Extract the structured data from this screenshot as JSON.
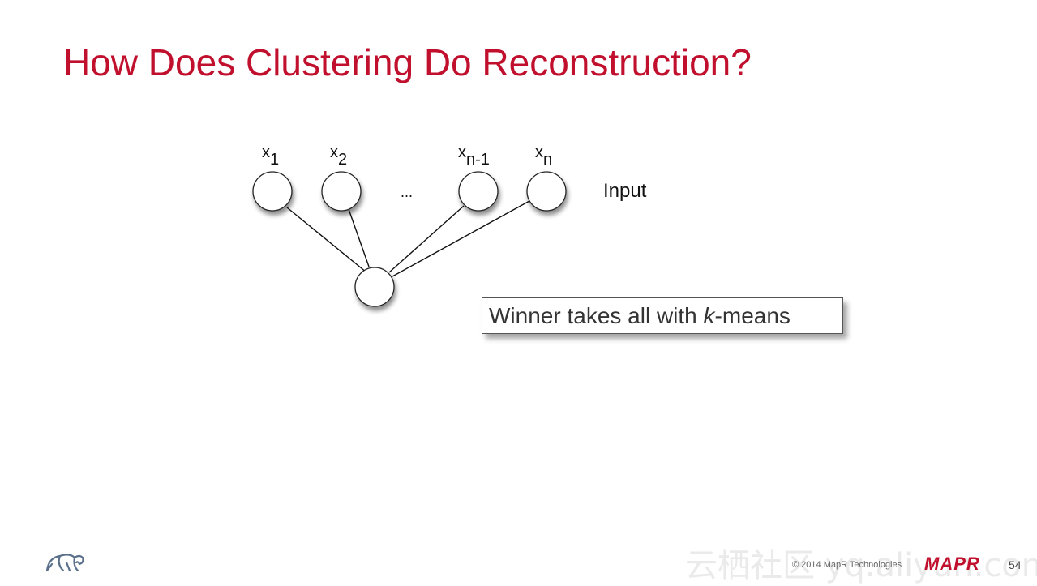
{
  "slide": {
    "title": "How Does Clustering Do Reconstruction?"
  },
  "diagram": {
    "inputs": [
      {
        "base": "x",
        "sub": "1"
      },
      {
        "base": "x",
        "sub": "2"
      },
      {
        "base": "x",
        "sub": "n-1"
      },
      {
        "base": "x",
        "sub": "n"
      }
    ],
    "ellipsis": "...",
    "input_label": "Input",
    "callout": {
      "prefix": "Winner takes all with ",
      "emphasis": "k",
      "suffix": "-means"
    }
  },
  "footer": {
    "copyright": "© 2014 MapR Technologies",
    "brand": "MAPR",
    "page_number": "54",
    "watermark": "云栖社区 yq.aliyun.com"
  },
  "colors": {
    "accent": "#c1102e"
  }
}
